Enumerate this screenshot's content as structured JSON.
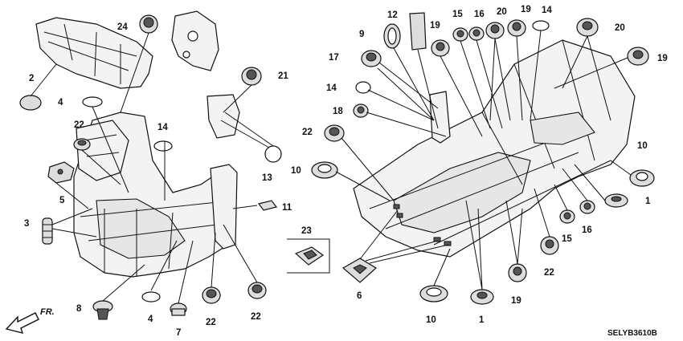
{
  "diagram": {
    "callouts": [
      {
        "key": "c2",
        "number": "2"
      },
      {
        "key": "c4a",
        "number": "4"
      },
      {
        "key": "c22a",
        "number": "22"
      },
      {
        "key": "c5",
        "number": "5"
      },
      {
        "key": "c3",
        "number": "3"
      },
      {
        "key": "c8",
        "number": "8"
      },
      {
        "key": "c4b",
        "number": "4"
      },
      {
        "key": "c7",
        "number": "7"
      },
      {
        "key": "c22b",
        "number": "22"
      },
      {
        "key": "c22c",
        "number": "22"
      },
      {
        "key": "c24",
        "number": "24"
      },
      {
        "key": "c14a",
        "number": "14"
      },
      {
        "key": "c21",
        "number": "21"
      },
      {
        "key": "c13",
        "number": "13"
      },
      {
        "key": "c11",
        "number": "11"
      },
      {
        "key": "c23",
        "number": "23"
      },
      {
        "key": "c12",
        "number": "12"
      },
      {
        "key": "c9",
        "number": "9"
      },
      {
        "key": "c17",
        "number": "17"
      },
      {
        "key": "c14b",
        "number": "14"
      },
      {
        "key": "c18",
        "number": "18"
      },
      {
        "key": "c22d",
        "number": "22"
      },
      {
        "key": "c10a",
        "number": "10"
      },
      {
        "key": "c6",
        "number": "6"
      },
      {
        "key": "c10b",
        "number": "10"
      },
      {
        "key": "c1a",
        "number": "1"
      },
      {
        "key": "c19a",
        "number": "19"
      },
      {
        "key": "c22e",
        "number": "22"
      },
      {
        "key": "c15a",
        "number": "15"
      },
      {
        "key": "c16a",
        "number": "16"
      },
      {
        "key": "c1b",
        "number": "1"
      },
      {
        "key": "c10c",
        "number": "10"
      },
      {
        "key": "c19b",
        "number": "19"
      },
      {
        "key": "c20a",
        "number": "20"
      },
      {
        "key": "c19c",
        "number": "19"
      },
      {
        "key": "c14c",
        "number": "14"
      },
      {
        "key": "c20b",
        "number": "20"
      },
      {
        "key": "c15b",
        "number": "15"
      },
      {
        "key": "c16b",
        "number": "16"
      },
      {
        "key": "c19d",
        "number": "19"
      }
    ],
    "direction_label": "FR.",
    "diagram_code": "SELYB3610B",
    "colors": {
      "ink": "#111111",
      "paper": "#ffffff"
    }
  }
}
